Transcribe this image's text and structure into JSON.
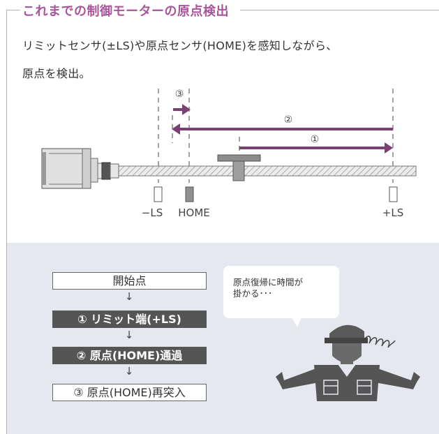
{
  "header": {
    "title": "これまでの制御モーターの原点検出"
  },
  "description": {
    "line1": "リミットセンサ(±LS)や原点センサ(HOME)を感知しながら、",
    "line2": "原点を検出。"
  },
  "diagram": {
    "step_markers": [
      "③",
      "②",
      "①"
    ],
    "sensor_labels": {
      "minus_ls": "−LS",
      "home": "HOME",
      "plus_ls": "+LS"
    }
  },
  "flow": {
    "start": "開始点",
    "step1": "① リミット端(+LS)",
    "step2": "② 原点(HOME)通過",
    "step3": "③ 原点(HOME)再突入",
    "arrow": "↓"
  },
  "speech_bubble": {
    "text": "原点復帰に時間が\n掛かる･･･"
  },
  "colors": {
    "title": "#a8559b",
    "arrow": "#7b3f73",
    "panel_bg": "#e5e8ee",
    "dark_box": "#555555"
  },
  "icons": [
    "motor-icon",
    "stage-icon",
    "worried-worker-icon",
    "scribble-icon"
  ]
}
